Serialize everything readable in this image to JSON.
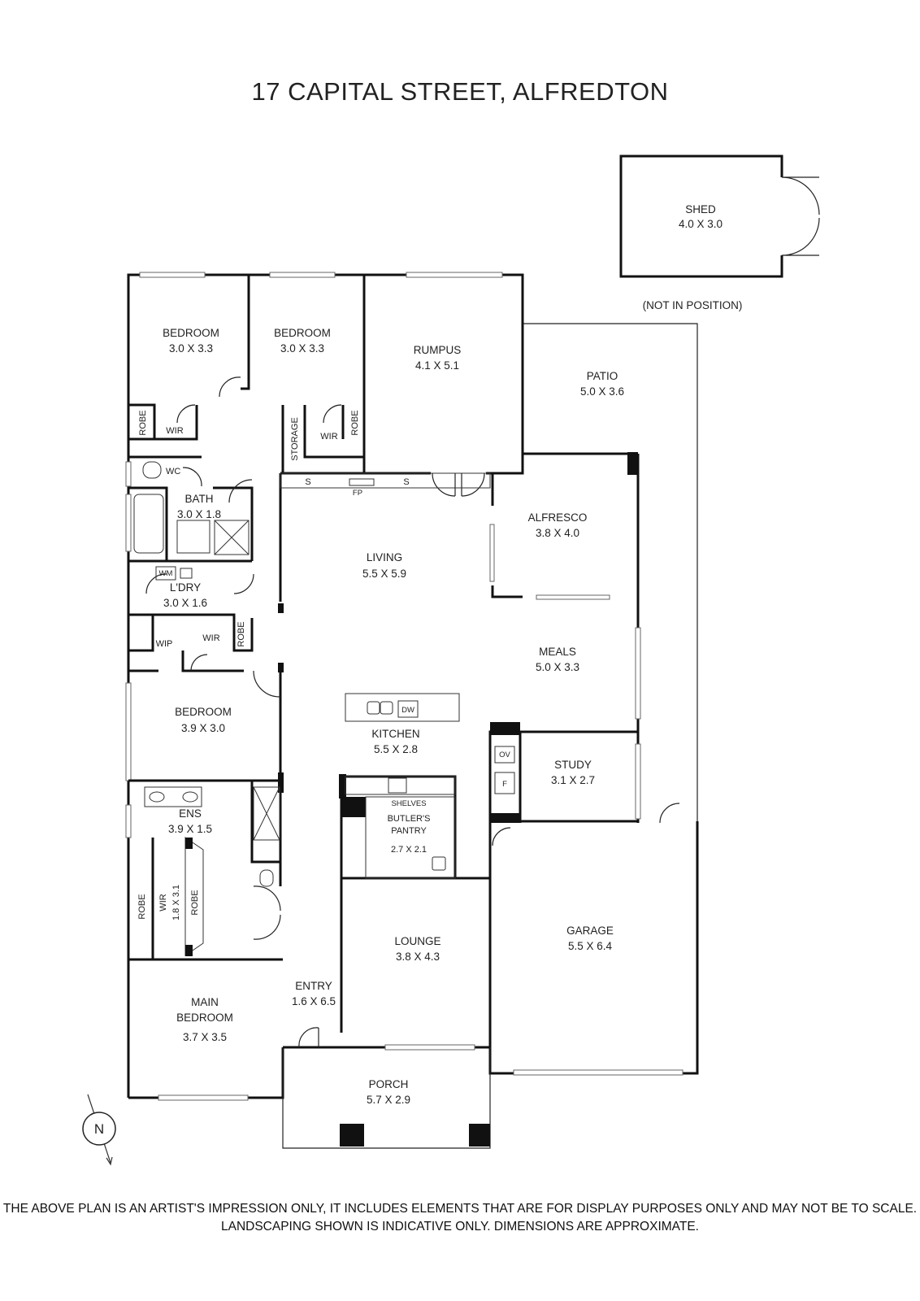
{
  "title": "17 CAPITAL STREET, ALFREDTON",
  "rooms": {
    "shed": {
      "name": "SHED",
      "dim": "4.0 X 3.0"
    },
    "shed_note": "(NOT IN POSITION)",
    "bedroom_1": {
      "name": "BEDROOM",
      "dim": "3.0 X 3.3"
    },
    "bedroom_2": {
      "name": "BEDROOM",
      "dim": "3.0 X 3.3"
    },
    "rumpus": {
      "name": "RUMPUS",
      "dim": "4.1 X 5.1"
    },
    "patio": {
      "name": "PATIO",
      "dim": "5.0 X 3.6"
    },
    "alfresco": {
      "name": "ALFRESCO",
      "dim": "3.8 X 4.0"
    },
    "living": {
      "name": "LIVING",
      "dim": "5.5 X 5.9"
    },
    "meals": {
      "name": "MEALS",
      "dim": "5.0 X 3.3"
    },
    "kitchen": {
      "name": "KITCHEN",
      "dim": "5.5 X 2.8"
    },
    "study": {
      "name": "STUDY",
      "dim": "3.1 X 2.7"
    },
    "bath": {
      "name": "BATH",
      "dim": "3.0 X 1.8"
    },
    "laundry": {
      "name": "L'DRY",
      "dim": "3.0 X 1.6"
    },
    "bedroom_3": {
      "name": "BEDROOM",
      "dim": "3.9 X 3.0"
    },
    "ens": {
      "name": "ENS",
      "dim": "3.9 X 1.5"
    },
    "butlers_pantry": {
      "name_1": "BUTLER'S",
      "name_2": "PANTRY",
      "dim": "2.7 X 2.1"
    },
    "lounge": {
      "name": "LOUNGE",
      "dim": "3.8 X 4.3"
    },
    "garage": {
      "name": "GARAGE",
      "dim": "5.5 X 6.4"
    },
    "entry": {
      "name": "ENTRY",
      "dim": "1.6 X 6.5"
    },
    "main_bedroom": {
      "name_1": "MAIN",
      "name_2": "BEDROOM",
      "dim": "3.7 X 3.5"
    },
    "porch": {
      "name": "PORCH",
      "dim": "5.7 X 2.9"
    },
    "wir_main": {
      "name": "WIR",
      "dim": "1.8 X 3.1"
    }
  },
  "labels": {
    "robe": "ROBE",
    "wir": "WIR",
    "wc": "WC",
    "storage": "STORAGE",
    "s": "S",
    "fp": "FP",
    "wm": "WM",
    "wip": "WIP",
    "dw": "DW",
    "ov": "OV",
    "f": "F",
    "shelves": "SHELVES",
    "north": "N"
  },
  "disclaimer": {
    "line1": "THE ABOVE PLAN IS AN ARTIST'S IMPRESSION ONLY, IT INCLUDES ELEMENTS THAT ARE FOR DISPLAY PURPOSES ONLY AND MAY NOT BE TO SCALE.",
    "line2": "LANDSCAPING SHOWN IS INDICATIVE ONLY. DIMENSIONS ARE APPROXIMATE."
  }
}
